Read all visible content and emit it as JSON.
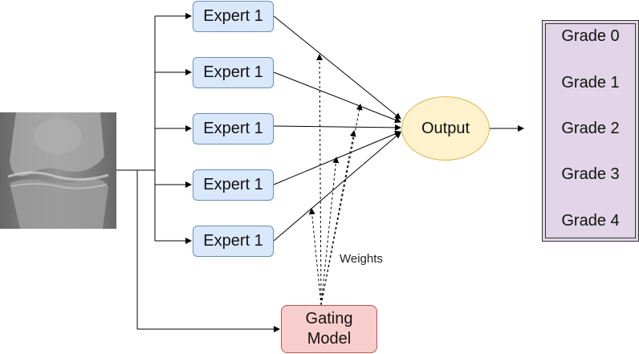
{
  "experts": [
    {
      "label": "Expert 1"
    },
    {
      "label": "Expert 1"
    },
    {
      "label": "Expert 1"
    },
    {
      "label": "Expert 1"
    },
    {
      "label": "Expert 1"
    }
  ],
  "output": {
    "label": "Output"
  },
  "gating": {
    "label": "Gating\nModel"
  },
  "weights_label": "Weights",
  "grades": [
    "Grade 0",
    "Grade 1",
    "Grade 2",
    "Grade 3",
    "Grade 4"
  ],
  "colors": {
    "expert_fill": "#dae8fc",
    "expert_border": "#6c8ebf",
    "output_fill": "#fff2cc",
    "output_border": "#d6b656",
    "gating_fill": "#f8cecc",
    "gating_border": "#b85450",
    "grade_fill": "#e1d5e7"
  },
  "image": {
    "subject": "knee-xray"
  }
}
